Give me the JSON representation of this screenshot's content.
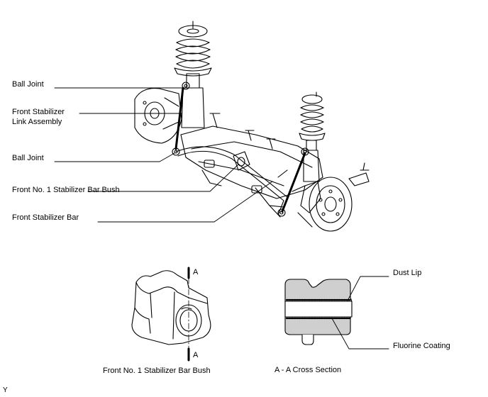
{
  "suspension": {
    "labels": {
      "ball_joint_upper": "Ball Joint",
      "stabilizer_link": "Front Stabilizer\nLink Assembly",
      "ball_joint_lower": "Ball Joint",
      "bar_bush": "Front No. 1 Stabilizer Bar Bush",
      "stabilizer_bar": "Front Stabilizer Bar"
    }
  },
  "bush_view": {
    "caption": "Front No. 1 Stabilizer Bar Bush",
    "section_mark_top": "A",
    "section_mark_bottom": "A"
  },
  "cross_section": {
    "caption": "A - A Cross Section",
    "dust_lip": "Dust Lip",
    "fluorine_coating": "Fluorine Coating"
  },
  "figure_code": "Y"
}
